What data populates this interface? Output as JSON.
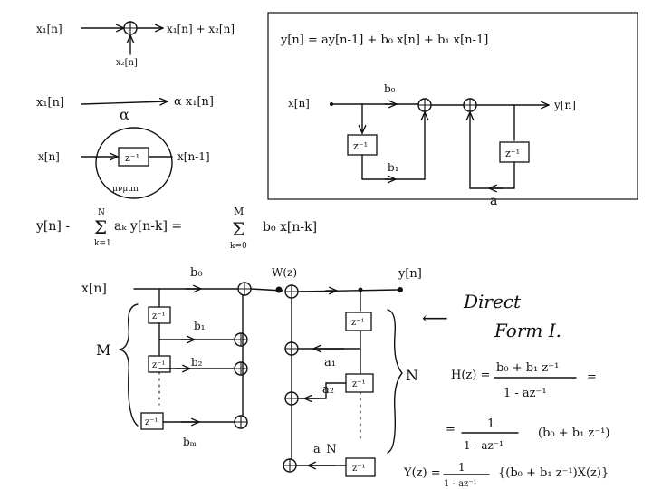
{
  "blocks": {
    "adder": {
      "input1": "x₁[n]",
      "input2": "x₂[n]",
      "output": "x₁[n] + x₂[n]"
    },
    "multiplier": {
      "input": "x₁[n]",
      "gain": "α",
      "output": "α x₁[n]"
    },
    "delay": {
      "input": "x[n]",
      "box": "z⁻¹",
      "output": "x[n-1]",
      "note": "μνμμn"
    }
  },
  "first_order": {
    "equation": "y[n] = ay[n-1] + b₀ x[n] + b₁ x[n-1]",
    "input": "x[n]",
    "output": "y[n]",
    "b0": "b₀",
    "b1": "b₁",
    "a": "a",
    "z_inv": "z⁻¹"
  },
  "general": {
    "lhs": "y[n] - ",
    "sum1_top": "N",
    "sum1_bottom": "k=1",
    "sum1_body": "aₖ y[n-k] =",
    "sum2_top": "M",
    "sum2_bottom": "k=0",
    "sum2_body": "b₀ x[n-k]"
  },
  "direct_form": {
    "input": "x[n]",
    "w": "W(z)",
    "output": "y[n]",
    "M": "M",
    "N": "N",
    "b0": "b₀",
    "b1": "b₁",
    "b2": "b₂",
    "bM": "bₘ",
    "a1": "a₁",
    "a2": "a₂",
    "aN": "a_N",
    "z_inv": "z⁻¹",
    "title_line1": "Direct",
    "title_line2": "Form I.",
    "arrow": "⟵"
  },
  "transfer": {
    "h_lhs": "H(z) =",
    "h_num": "b₀ + b₁ z⁻¹",
    "h_den": "1 - az⁻¹",
    "equals": "=",
    "line2_lhs": "=",
    "line2_num": "1",
    "line2_den": "1 - az⁻¹",
    "line2_rhs": "(b₀ + b₁ z⁻¹)",
    "y_lhs": "Y(z) =",
    "y_num": "1",
    "y_den": "1 - az⁻¹",
    "y_rhs": "{(b₀ + b₁ z⁻¹)X(z)}"
  }
}
